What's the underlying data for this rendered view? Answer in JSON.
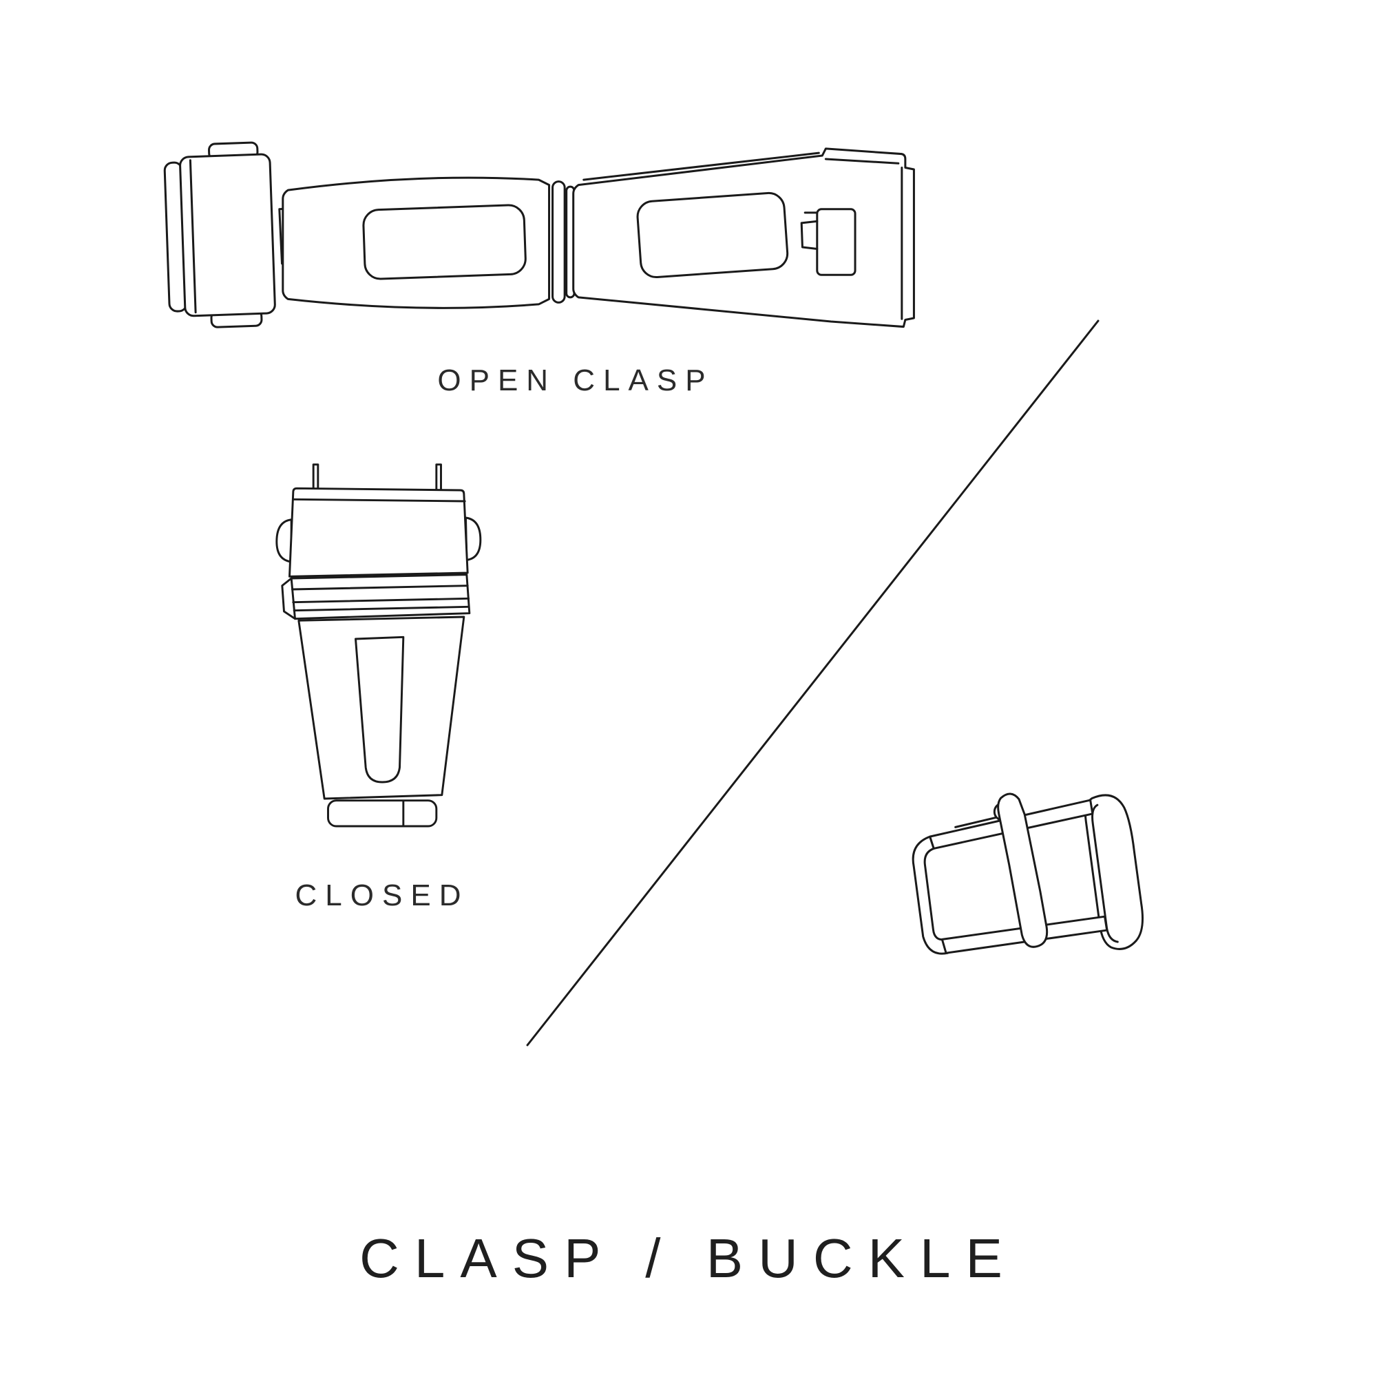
{
  "page": {
    "background_color": "#ffffff",
    "line_color": "#1a1a1a",
    "text_color": "#2b2b2b"
  },
  "figures": {
    "open_clasp": {
      "icon": "open-clasp-illustration",
      "label": "OPEN CLASP"
    },
    "closed_clasp": {
      "icon": "closed-clasp-illustration",
      "label": "CLOSED"
    },
    "buckle": {
      "icon": "buckle-illustration"
    }
  },
  "title": "CLASP / BUCKLE"
}
